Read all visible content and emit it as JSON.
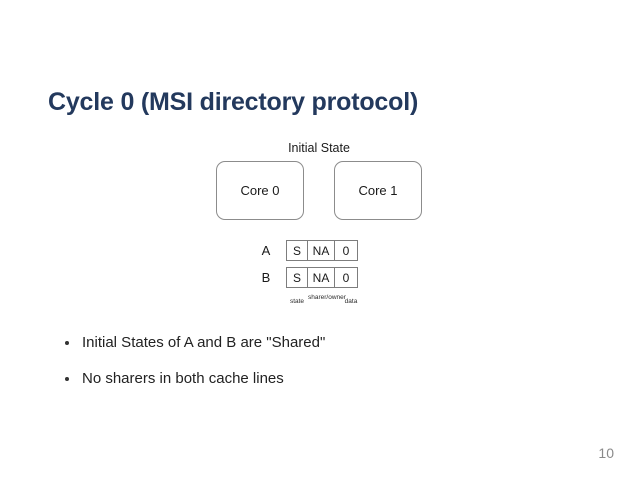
{
  "slide": {
    "title": "Cycle 0 (MSI directory protocol)",
    "page_number": "10",
    "title_color": "#23395d",
    "body_color": "#222222",
    "background": "#ffffff"
  },
  "diagram": {
    "caption": "Initial State",
    "cores": [
      {
        "label": "Core 0"
      },
      {
        "label": "Core 1"
      }
    ]
  },
  "directory_table": {
    "column_captions": {
      "state": "state",
      "sharer_owner": "sharer/owner",
      "data": "data"
    },
    "rows": [
      {
        "label": "A",
        "state": "S",
        "sharer_owner": "NA",
        "data": "0"
      },
      {
        "label": "B",
        "state": "S",
        "sharer_owner": "NA",
        "data": "0"
      }
    ]
  },
  "bullets": [
    {
      "text": "Initial States of A and B are \"Shared\""
    },
    {
      "text": "No sharers in both cache lines"
    }
  ]
}
